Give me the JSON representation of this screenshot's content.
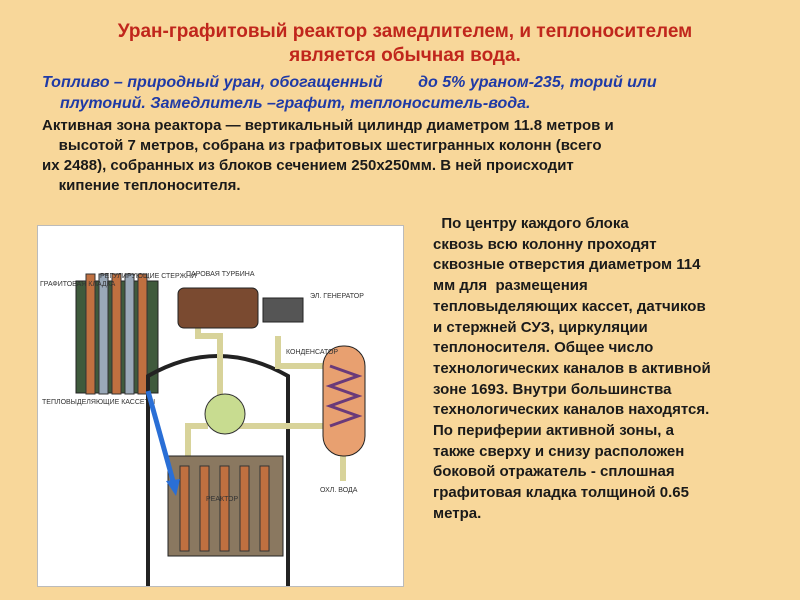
{
  "title": {
    "line1": "Уран-графитовый реактор замедлителем, и теплоносителем",
    "line2": "является обычная вода."
  },
  "fuel_text": {
    "line1": "Топливо – природный уран, обогащенный        до 5% ураном-235, торий или",
    "line2": "плутоний. Замедлитель –графит, теплоноситель-вода."
  },
  "core_description": {
    "lines": [
      "Активная зона реактора — вертикальный цилиндр диаметром 11.8 метров и",
      "    высотой 7 метров, собрана из графитовых шестигранных колонн (всего",
      "их 2488), собранных из блоков сечением 250х250мм. В ней происходит",
      "    кипение теплоносителя."
    ]
  },
  "right_text": {
    "lines": [
      "  По центру каждого блока",
      "сквозь всю колонну проходят",
      "сквозные отверстия диаметром 114",
      "мм для  размещения",
      "тепловыделяющих кассет, датчиков",
      "и стержней СУЗ, циркуляции",
      "теплоносителя. Общее число",
      "технологических каналов в активной",
      "зоне 1693. Внутри большинства",
      "технологических каналов находятся.",
      "По периферии активной зоны, а",
      "также сверху и снизу расположен",
      "боковой отражатель - сплошная",
      "графитовая кладка толщиной 0.65",
      "метра."
    ]
  },
  "diagram": {
    "labels": {
      "graphite": "ГРАФИТОВАЯ КЛАДКА",
      "control_rods": "РЕГУЛИРУЮЩИЕ СТЕРЖНИ",
      "turbine": "ПАРОВАЯ ТУРБИНА",
      "generator": "ЭЛ. ГЕНЕРАТОР",
      "condenser": "КОНДЕНСАТОР",
      "fuel_cassettes": "ТЕПЛОВЫДЕЛЯЮЩИЕ КАССЕТЫ",
      "reactor": "РЕАКТОР",
      "cooling_water": "ОХЛ. ВОДА"
    },
    "colors": {
      "pipe": "#d8d39a",
      "graphite": "#3f5a3c",
      "rod": "#c07040",
      "turbine": "#7a4a30",
      "condenser": "#e8a070",
      "pointer": "#2a6fd6"
    }
  }
}
